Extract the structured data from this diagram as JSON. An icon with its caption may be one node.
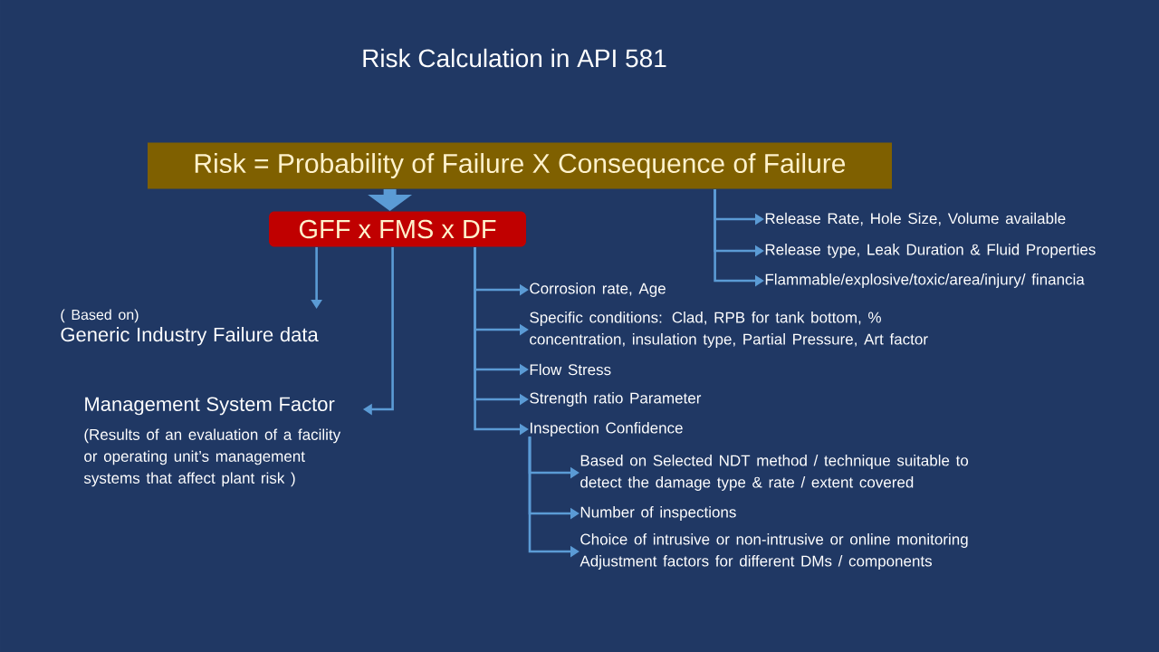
{
  "diagram": {
    "title": "Risk Calculation in API 581",
    "nodes": [
      {
        "text": [
          "Risk = Probability of Failure X Consequence of Failure"
        ]
      },
      {
        "text": [
          "GFF  x FMS  x  DF"
        ]
      },
      {
        "text": [
          "( Based on)",
          "Generic Industry Failure data"
        ]
      },
      {
        "text": [
          "Management System Factor",
          "(Results of an evaluation of a facility or operating unit’s management systems that affect plant risk )"
        ]
      },
      {
        "text": [
          "Release Rate, Hole Size, Volume available"
        ]
      },
      {
        "text": [
          "Release type, Leak Duration & Fluid Properties"
        ]
      },
      {
        "text": [
          "Flammable/explosive/toxic/area/injury/ financia"
        ]
      },
      {
        "text": [
          "Corrosion rate, Age"
        ]
      },
      {
        "text": [
          "Specific conditions: Clad, RPB for tank bottom, % concentration, insulation type, Partial Pressure, Art factor"
        ]
      },
      {
        "text": [
          "Flow Stress"
        ]
      },
      {
        "text": [
          "Strength ratio Parameter"
        ]
      },
      {
        "text": [
          "Inspection Confidence"
        ]
      },
      {
        "text": [
          "Based on Selected NDT method / technique suitable to detect the damage type & rate / extent covered"
        ]
      },
      {
        "text": [
          "Number of inspections"
        ]
      },
      {
        "text": [
          "Choice of intrusive or non-intrusive or online monitoring Adjustment factors for different DMs / components"
        ]
      }
    ],
    "edges": [
      {
        "from": 0,
        "to": 1,
        "arrow": "to",
        "style": "thick"
      },
      {
        "from": 1,
        "to": 2,
        "arrow": "to"
      },
      {
        "from": 1,
        "to": 3,
        "arrow": "to"
      },
      {
        "from": 1,
        "to": 7,
        "arrow": "to"
      },
      {
        "from": 1,
        "to": 8,
        "arrow": "to"
      },
      {
        "from": 1,
        "to": 9,
        "arrow": "to"
      },
      {
        "from": 1,
        "to": 10,
        "arrow": "to"
      },
      {
        "from": 1,
        "to": 11,
        "arrow": "to"
      },
      {
        "from": 0,
        "to": 4,
        "arrow": "to"
      },
      {
        "from": 0,
        "to": 5,
        "arrow": "to"
      },
      {
        "from": 0,
        "to": 6,
        "arrow": "to"
      },
      {
        "from": 11,
        "to": 12,
        "arrow": "to"
      },
      {
        "from": 11,
        "to": 13,
        "arrow": "to"
      },
      {
        "from": 11,
        "to": 14,
        "arrow": "to"
      }
    ]
  }
}
